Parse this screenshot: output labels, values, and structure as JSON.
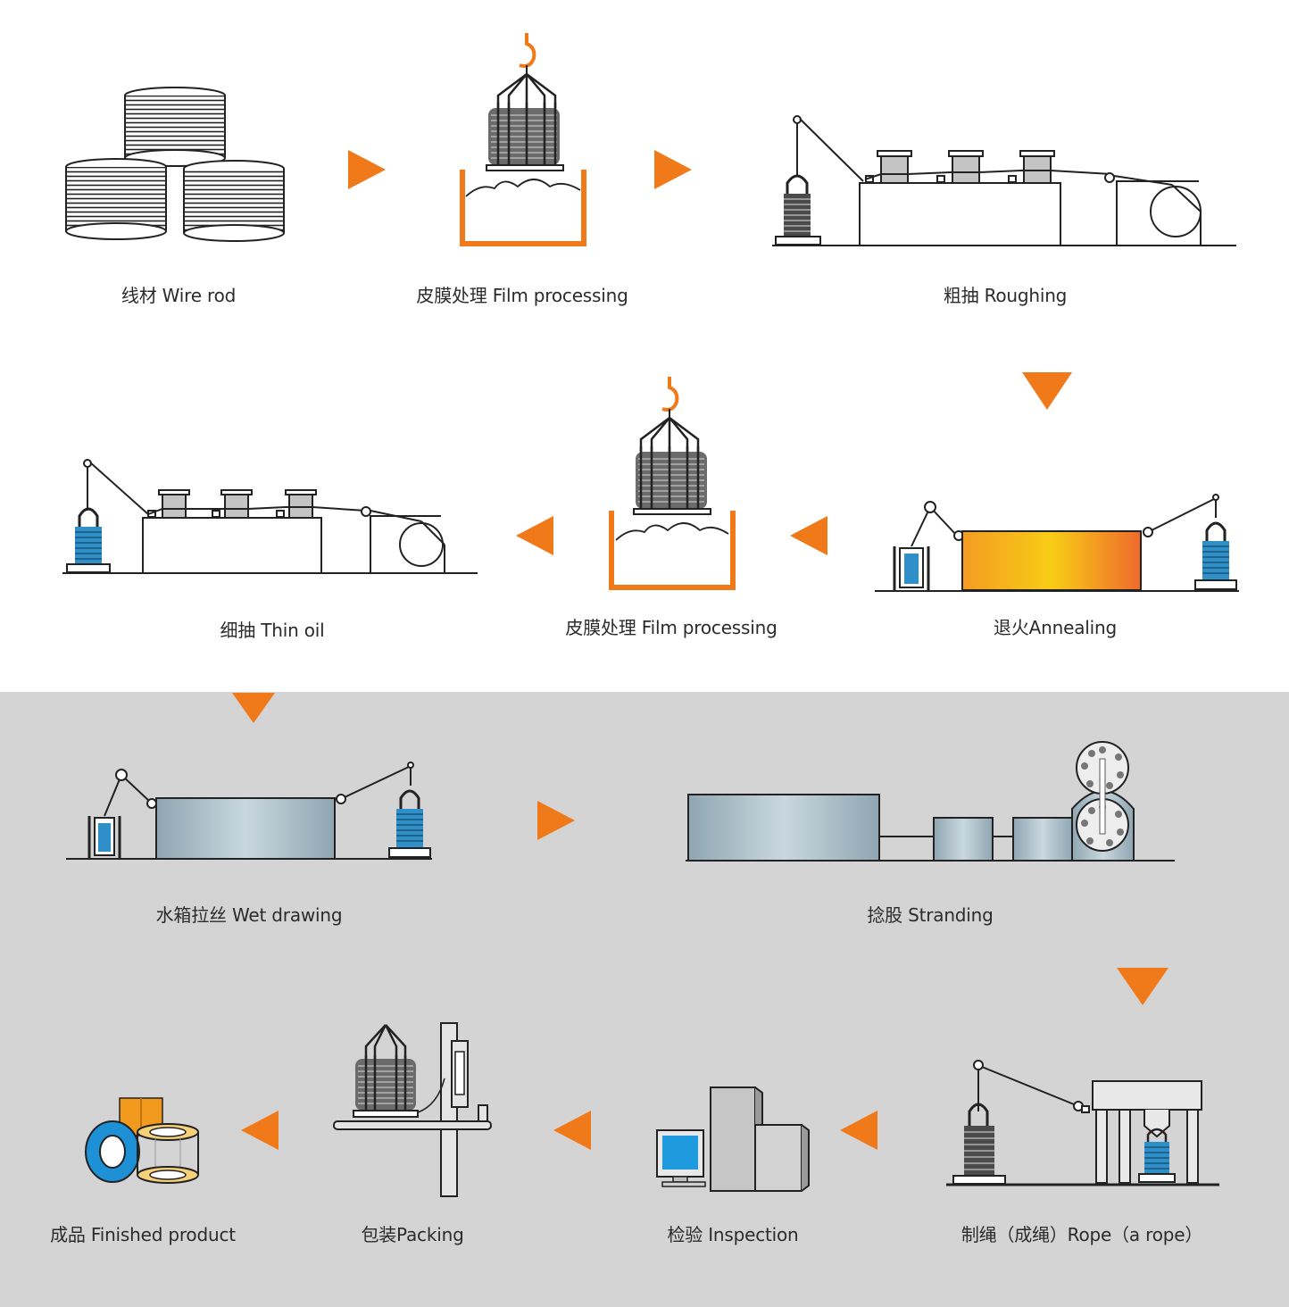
{
  "colors": {
    "accent": "#f07a1a",
    "line": "#222222",
    "steel": "#a8bcc6",
    "coil_blue": "#2f8fc8",
    "panel_gray": "#d5d4d5"
  },
  "steps": {
    "wire_rod": "线材 Wire rod",
    "film_processing_1": "皮膜处理 Film processing",
    "roughing": "粗抽 Roughing",
    "annealing": "退火Annealing",
    "film_processing_2": "皮膜处理 Film processing",
    "thin_oil": "细抽 Thin oil",
    "wet_drawing": "水箱拉丝 Wet drawing",
    "stranding": "捻股 Stranding",
    "rope": "制绳（成绳）Rope（a rope）",
    "inspection": "检验 Inspection",
    "packing": "包装Packing",
    "finished_product": "成品 Finished product"
  },
  "flow_arrows": [
    "right",
    "right",
    "down",
    "left",
    "left",
    "down",
    "right",
    "down",
    "left",
    "left",
    "left"
  ]
}
